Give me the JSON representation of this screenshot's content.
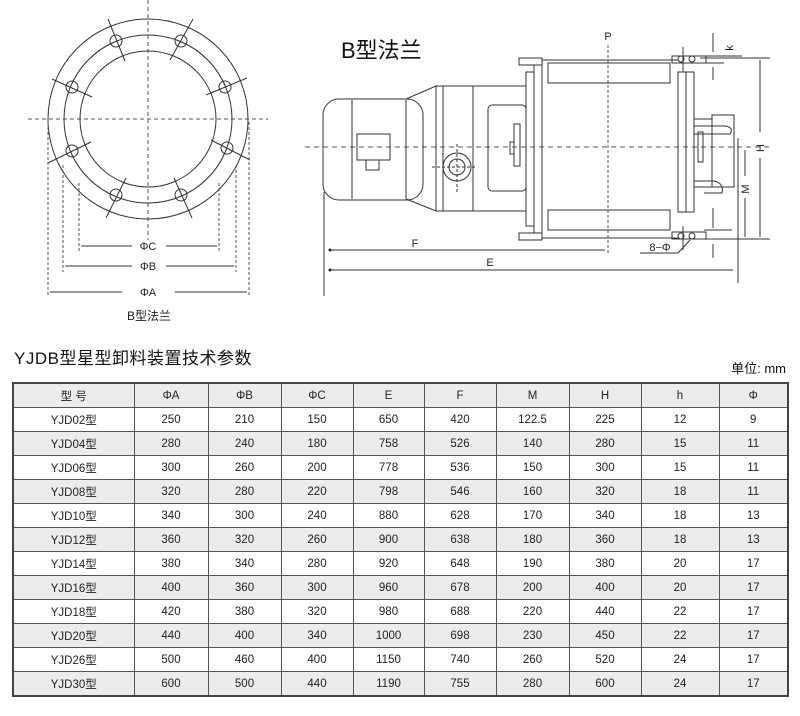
{
  "drawing": {
    "title": "B型法兰",
    "flange_caption": "B型法兰",
    "flange_dims": [
      "ΦC",
      "ΦB",
      "ΦA"
    ],
    "side_dims": {
      "p": "P",
      "k": "k",
      "h": "H",
      "m": "M",
      "f": "F",
      "e": "E",
      "holes": "8−Φ"
    }
  },
  "table": {
    "title": "YJDB型星型卸料装置技术参数",
    "unit": "单位: mm",
    "columns": [
      "型 号",
      "ΦA",
      "ΦB",
      "ΦC",
      "E",
      "F",
      "M",
      "H",
      "h",
      "Φ"
    ],
    "rows": [
      [
        "YJD02型",
        "250",
        "210",
        "150",
        "650",
        "420",
        "122.5",
        "225",
        "12",
        "9"
      ],
      [
        "YJD04型",
        "280",
        "240",
        "180",
        "758",
        "526",
        "140",
        "280",
        "15",
        "11"
      ],
      [
        "YJD06型",
        "300",
        "260",
        "200",
        "778",
        "536",
        "150",
        "300",
        "15",
        "11"
      ],
      [
        "YJD08型",
        "320",
        "280",
        "220",
        "798",
        "546",
        "160",
        "320",
        "18",
        "11"
      ],
      [
        "YJD10型",
        "340",
        "300",
        "240",
        "880",
        "628",
        "170",
        "340",
        "18",
        "13"
      ],
      [
        "YJD12型",
        "360",
        "320",
        "260",
        "900",
        "638",
        "180",
        "360",
        "18",
        "13"
      ],
      [
        "YJD14型",
        "380",
        "340",
        "280",
        "920",
        "648",
        "190",
        "380",
        "20",
        "17"
      ],
      [
        "YJD16型",
        "400",
        "360",
        "300",
        "960",
        "678",
        "200",
        "400",
        "20",
        "17"
      ],
      [
        "YJD18型",
        "420",
        "380",
        "320",
        "980",
        "688",
        "220",
        "440",
        "22",
        "17"
      ],
      [
        "YJD20型",
        "440",
        "400",
        "340",
        "1000",
        "698",
        "230",
        "450",
        "22",
        "17"
      ],
      [
        "YJD26型",
        "500",
        "460",
        "400",
        "1150",
        "740",
        "260",
        "520",
        "24",
        "17"
      ],
      [
        "YJD30型",
        "600",
        "500",
        "440",
        "1190",
        "755",
        "280",
        "600",
        "24",
        "17"
      ]
    ]
  }
}
